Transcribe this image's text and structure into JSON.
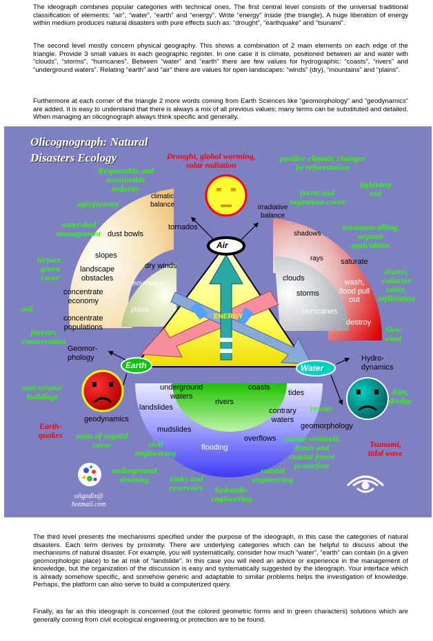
{
  "intro": {
    "p1": "The ideograph combines popular categories with technical ones. The first central level consists of the universal traditional classification of elements: “air”, “water”, “earth” and “energy”. Write “energy” inside (the triangle). A huge liberation of energy within medium produces natural disasters with pure effects such as: “drought”, “earthquake” and “tsunami”.",
    "p2": "The second level mostly concern physical geography. This shows a combination of 2 main elements on each edge of the triangle. Provide 3 small values in each geographic register. In one case it is climate, positioned between air and water with “clouds”, “storms”, “hurricanes”. Between “water” and “earth” there are few values for hydrographic: “coasts”, “rivers” and “underground waters”. Relating “earth” and “air” there are values for open landscapes: “winds” (dry), “mountains” and “plains”.",
    "p3": "Furthermore at each corner of the triangle 2 more words coming from Earth Sciences like “geomorphology” and “geodynamics” are added. It is easy to understand that there is always a mix of all previous values; many terms can be substituted and detailed. When managing an olicognograph always think specific and generally."
  },
  "outro": {
    "p4": "The third level presents the mechanisms specified under the purpose of the ideograph, in this case the categories of natural disasters. Each term derives by proximity. There are underlying categories which can be helpful to discuss about the mechanisms of natural disaster. For example, you will systematically, consider how much “water”, “earth” can contain (in a given geomorphologic place) to be at risk of “landslide”. In this case you will need an advice or experience in the management of knowledge, but the organization of the discussion is easy and systematically suggested by the ideograph. Your interface which is already somehow specific, and somehow generic and adaptable to similar problems helps the investigation of knowledge. Perhaps, the platform can also serve to build a computerized query.",
    "p5": "Finally, as far as this ideograph is concerned (out the colored geometric forms and in green characters) solutions which are generally coming from civil ecological engineering or protection are to be found."
  },
  "diagram": {
    "title_line1": "Olicognograph: Natural",
    "title_line2": "Disasters Ecology",
    "nodes": {
      "air": "Air",
      "water": "Water",
      "earth": "Earth",
      "energy": "ENERGY"
    },
    "disasters": {
      "drought": "Drought, global warming,\nsolar radiation",
      "earthquakes": "Earth-\nquakes",
      "tsunami": "Tsunami,\ntidal wave"
    },
    "corner_terms": {
      "climatic_balance": "climatic\nbalance",
      "irradiative_balance": "irradiative\nbalance",
      "geomorphology_earth": "Geomor-\nphology",
      "hydrodynamics": "Hydro-\ndynamics",
      "geodynamics": "geodynamics",
      "geomorphology_water": "geomorphology",
      "tides": "tides"
    },
    "left_arc": {
      "tornados": "tornados",
      "dust_bowls": "dust bowls",
      "slopes": "slopes",
      "landscape_obstacles": "landscape\nobstacles",
      "concentrate_economy": "concentrate\neconomy",
      "concentrate_populations": "concentrate\npopulations",
      "dry_winds": "dry winds",
      "mountains": "mountains",
      "plains": "plains"
    },
    "right_arc": {
      "shadows": "shadows",
      "rays": "rays",
      "saturate": "saturate",
      "clouds": "clouds",
      "storms": "storms",
      "hurricanes": "hurricanes",
      "wash": "wash,\nflood pull\nout",
      "destroy": "destroy"
    },
    "bottom_arc": {
      "underground_waters": "underground\nwaters",
      "coasts": "coasts",
      "rivers": "rivers",
      "landslides": "landslides",
      "contrary_waters": "contrary\nwaters",
      "mudslides": "mudslides",
      "overflows": "overflows",
      "flooding": "flooding"
    },
    "solutions": {
      "positive_climatic": "positive climatic changes\nby reforestation",
      "responsible": "Responsible and\nsustainable\nindustry",
      "agroforestry": "agroforestry",
      "watershed": "watershed\nmanagement",
      "terrace": "terrace,\ngreen\ncover",
      "soil": "soil",
      "forestry": "forestry\nconservation",
      "forest_vegetation": "forest and\nvegetation cover",
      "lightning": "lightning\nrod",
      "minimum_tilling": "minimum tilling,\norganic\nagriculture",
      "drains": "drains,\ncollector\ntanks,\ninfiltration",
      "slow_wind": "Slow\nwind",
      "dam": "dam,\ndredge",
      "rescue": "rescue",
      "coastal_wetlands": "coastal wetlands,\ndunes and\ncoastal forest\nprotection",
      "coastal_engineering": "coastal\nengineering",
      "anti_seismic": "anti-seismic\nbuildings",
      "roots": "roots of vegetal\ncover",
      "civil_engineering": "civil\nengineering",
      "underground_draining": "underground\ndraining",
      "tanks": "tanks and\nreservoirs",
      "hydraulic": "hydraulic\nengineering"
    },
    "email": "oligodix@\nhotmail.com"
  }
}
